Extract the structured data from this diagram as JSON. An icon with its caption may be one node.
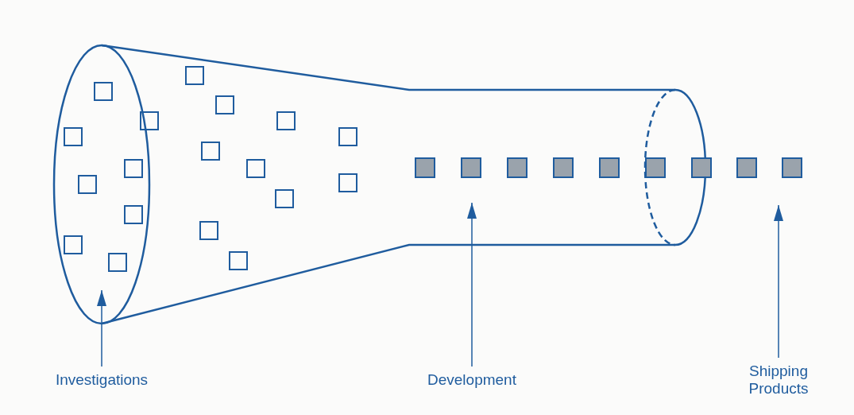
{
  "diagram": {
    "nodes": [
      {
        "text": [
          "Investigations"
        ]
      },
      {
        "text": [
          "Development"
        ]
      },
      {
        "text": [
          "Shipping Products"
        ]
      }
    ],
    "edges": [
      {
        "from": 0,
        "to": null,
        "arrow": "to"
      },
      {
        "from": 1,
        "to": null,
        "arrow": "to"
      },
      {
        "from": 2,
        "to": null,
        "arrow": "to"
      }
    ]
  }
}
